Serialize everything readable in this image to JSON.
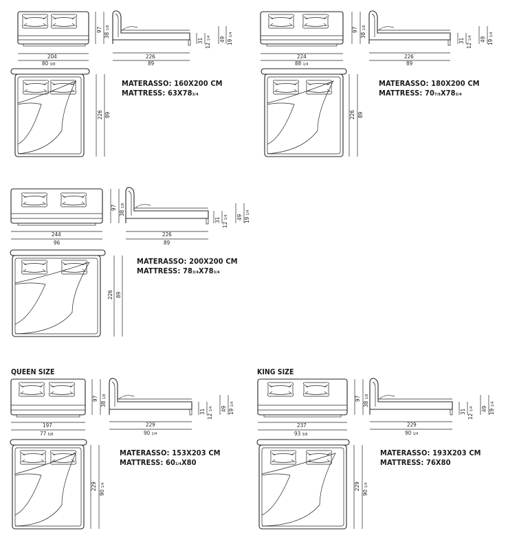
{
  "sections": {
    "160": {
      "width_cm": "204",
      "width_in": "80",
      "width_in_frac": "3/8",
      "length_cm": "226",
      "length_in": "89",
      "height_cm": "97",
      "height_in": "38",
      "height_in_frac": "1/8",
      "base_h_cm": "31",
      "base_h_in": "12",
      "base_h_in_frac": "1/4",
      "top_h_cm": "49",
      "top_h_in": "19",
      "top_h_in_frac": "1/4",
      "plan_len_cm": "226",
      "plan_len_in": "89",
      "mattress_it": "MATERASSO: 160X200 CM",
      "mattress_en_a": "MATTRESS: 63X78",
      "mattress_en_frac": "3/4",
      "mattress_en_b": ""
    },
    "180": {
      "width_cm": "224",
      "width_in": "88",
      "width_in_frac": "1/4",
      "length_cm": "226",
      "length_in": "89",
      "height_cm": "97",
      "height_in": "38",
      "height_in_frac": "1/8",
      "base_h_cm": "31",
      "base_h_in": "12",
      "base_h_in_frac": "1/4",
      "top_h_cm": "49",
      "top_h_in": "19",
      "top_h_in_frac": "1/4",
      "plan_len_cm": "226",
      "plan_len_in": "89",
      "mattress_it": "MATERASSO: 180X200 CM",
      "mattress_en_a": "MATTRESS: 70",
      "mattress_en_frac": "7/8",
      "mattress_en_b": "X78",
      "mattress_en_frac2": "3/4"
    },
    "200": {
      "width_cm": "244",
      "width_in": "96",
      "length_cm": "226",
      "length_in": "89",
      "height_cm": "97",
      "height_in": "38",
      "height_in_frac": "1/8",
      "base_h_cm": "31",
      "base_h_in": "12",
      "base_h_in_frac": "1/4",
      "top_h_cm": "49",
      "top_h_in": "19",
      "top_h_in_frac": "1/4",
      "plan_len_cm": "226",
      "plan_len_in": "89",
      "mattress_it": "MATERASSO: 200X200 CM",
      "mattress_en_a": "MATTRESS: 78",
      "mattress_en_frac": "3/4",
      "mattress_en_b": "X78",
      "mattress_en_frac2": "3/4"
    },
    "queen": {
      "label": "QUEEN SIZE",
      "width_cm": "197",
      "width_in": "77",
      "width_in_frac": "5/8",
      "length_cm": "229",
      "length_in": "90",
      "length_in_frac": "1/4",
      "height_cm": "97",
      "height_in": "38",
      "height_in_frac": "1/8",
      "base_h_cm": "31",
      "base_h_in": "12",
      "base_h_in_frac": "1/4",
      "top_h_cm": "49",
      "top_h_in": "19",
      "top_h_in_frac": "1/4",
      "plan_len_cm": "229",
      "plan_len_in": "90",
      "plan_len_in_frac": "1/4",
      "mattress_it": "MATERASSO: 153X203 CM",
      "mattress_en_a": "MATTRESS: 60",
      "mattress_en_frac": "1/4",
      "mattress_en_b": "X80"
    },
    "king": {
      "label": "KING SIZE",
      "width_cm": "237",
      "width_in": "93",
      "width_in_frac": "3/8",
      "length_cm": "229",
      "length_in": "90",
      "length_in_frac": "1/4",
      "height_cm": "97",
      "height_in": "38",
      "height_in_frac": "1/8",
      "base_h_cm": "31",
      "base_h_in": "12",
      "base_h_in_frac": "1/4",
      "top_h_cm": "49",
      "top_h_in": "19",
      "top_h_in_frac": "1/4",
      "plan_len_cm": "229",
      "plan_len_in": "90",
      "plan_len_in_frac": "1/4",
      "mattress_it": "MATERASSO: 193X203 CM",
      "mattress_en_a": "MATTRESS: 76X80"
    }
  }
}
